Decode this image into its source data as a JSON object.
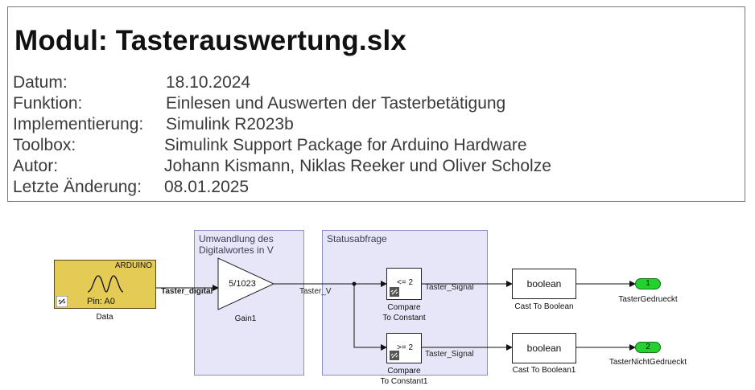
{
  "header": {
    "title": "Modul: Tasterauswertung.slx",
    "rows": [
      {
        "key": "Datum:",
        "value": "18.10.2024"
      },
      {
        "key": "Funktion:",
        "value": "Einlesen und Auswerten der Tasterbetätigung"
      },
      {
        "key": "Implementierung:",
        "value": "Simulink R2023b"
      },
      {
        "key": "Toolbox:",
        "value": "Simulink Support Package for Arduino Hardware"
      },
      {
        "key": "Autor:",
        "value": "Johann Kismann, Niklas Reeker und Oliver Scholze"
      },
      {
        "key": "Letzte Änderung:",
        "value": "08.01.2025"
      }
    ]
  },
  "areas": {
    "conversion": "Umwandlung des\nDigitalwortes in V",
    "status": "Statusabfrage"
  },
  "blocks": {
    "arduino": {
      "brand": "ARDUINO",
      "pin": "Pin: A0",
      "caption": "Data"
    },
    "gain": {
      "value": "5/1023",
      "caption": "Gain1"
    },
    "compare1": {
      "op": "<= 2",
      "caption": "Compare\nTo Constant"
    },
    "compare2": {
      "op": ">= 2",
      "caption": "Compare\nTo Constant1"
    },
    "cast1": {
      "type": "boolean",
      "caption": "Cast To Boolean"
    },
    "cast2": {
      "type": "boolean",
      "caption": "Cast To Boolean1"
    },
    "out1": {
      "number": "1",
      "caption": "TasterGedrueckt"
    },
    "out2": {
      "number": "2",
      "caption": "TasterNichtGedrueckt"
    }
  },
  "signals": {
    "taster_digital": "Taster_digital",
    "taster_v": "Taster_V",
    "taster_signal_1": "Taster_Signal",
    "taster_signal_2": "Taster_Signal"
  }
}
